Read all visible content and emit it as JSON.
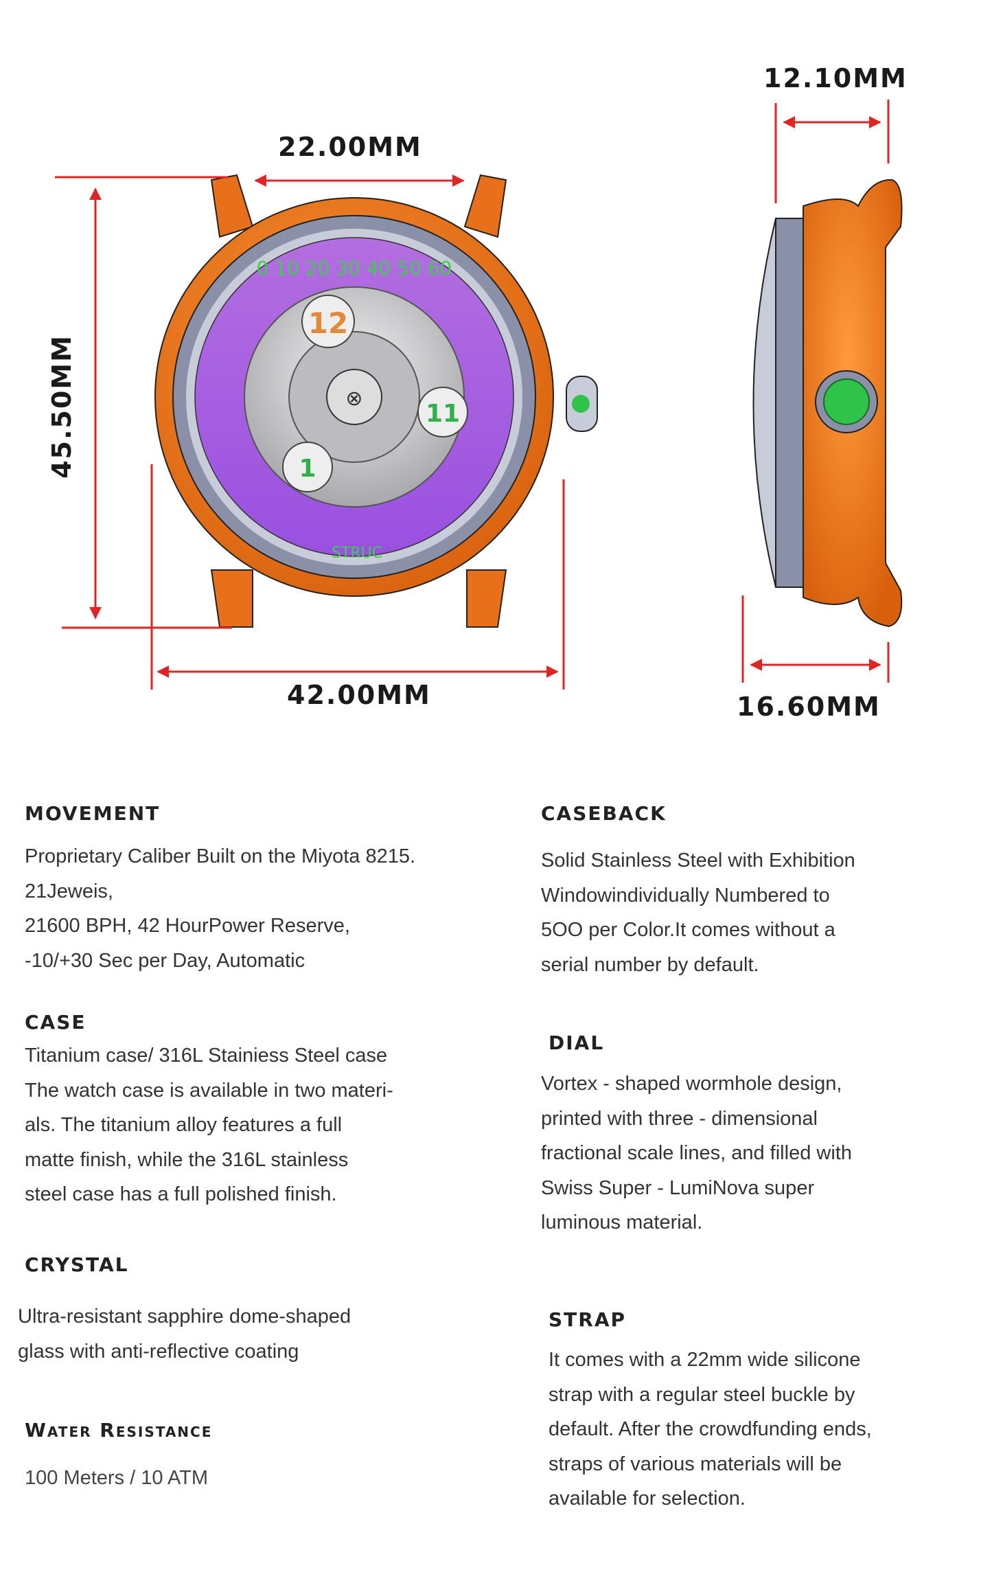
{
  "dimensions": {
    "lug_width": "22.00MM",
    "height": "45.50MM",
    "diameter": "42.00MM",
    "case_thickness": "12.10MM",
    "total_thickness": "16.60MM"
  },
  "dial_logo": "STRUC",
  "colors": {
    "case": "#f07a1e",
    "dial": "#a65ce0",
    "dimension_lines": "#e02424",
    "crown": "#2fc34a"
  },
  "specs": {
    "movement": {
      "title": "MOVEMENT",
      "lines": [
        "Proprietary Caliber Built on the Miyota 8215.",
        "21Jeweis,",
        "21600 BPH,  42 HourPower Reserve,",
        "-10/+30 Sec per Day, Automatic"
      ]
    },
    "caseback": {
      "title": "CASEBACK",
      "lines": [
        "Solid Stainless Steel with Exhibition",
        "Windowindividually Numbered to",
        "5OO per Color.It comes without a",
        "serial number by default."
      ]
    },
    "case": {
      "title": "CASE",
      "lines": [
        "Titanium  case/ 316L Stainiess Steel case",
        "The watch case is available in two materi-",
        "als. The titanium alloy features a full",
        "matte finish, while the 316L stainless",
        "steel case has a full polished finish."
      ]
    },
    "dial": {
      "title": "DIAL",
      "lines": [
        "Vortex - shaped wormhole design,",
        "printed with three - dimensional",
        "fractional scale lines, and filled with",
        "Swiss Super - LumiNova super",
        "luminous material."
      ]
    },
    "crystal": {
      "title": "CRYSTAL",
      "lines": [
        "Ultra-resistant sapphire dome-shaped",
        "glass with anti-reflective coating"
      ]
    },
    "water": {
      "title": "Water Resistance",
      "lines": [
        "100 Meters / 10 ATM"
      ]
    },
    "strap": {
      "title": "STRAP",
      "lines": [
        "It comes with a 22mm wide silicone",
        "strap with a regular steel buckle by",
        "default. After the crowdfunding ends,",
        "straps of various materials will be",
        "available for selection."
      ]
    }
  }
}
